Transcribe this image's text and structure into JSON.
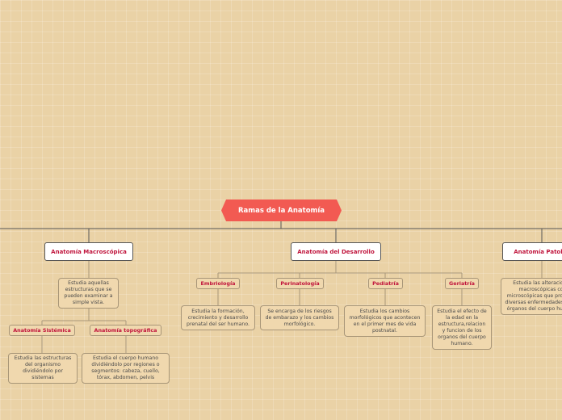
{
  "root": {
    "label": "Ramas de la Anatomía"
  },
  "branches": {
    "macro": {
      "label": "Anatomía Macroscópica",
      "description": "Estudia aquellas estructuras que se pueden examinar a simple vista.",
      "children": {
        "sistemica": {
          "label": "Anatomía Sistémica",
          "description": "Estudia las estructuras del organismo dividiéndolo por sistemas"
        },
        "topografica": {
          "label": "Anatomía topográfica",
          "description": "Estudia el cuerpo humano dividiéndolo por regiones o segmentos: cabeza, cuello, tórax, abdomen, pelvis"
        }
      }
    },
    "desarrollo": {
      "label": "Anatomía del Desarrollo",
      "children": {
        "embriologia": {
          "label": "Embriología",
          "description": "Estudia la formación, crecimiento y desarrollo prenatal del ser humano."
        },
        "perinatologia": {
          "label": "Perinatología",
          "description": "Se encarga de los riesgos de embarazo y los cambios morfológico."
        },
        "pediatria": {
          "label": "Pediatría",
          "description": "Estudia los cambios morfológicos que acontecen en el primer mes de vida postnatal."
        },
        "geriatria": {
          "label": "Geriatría",
          "description": "Estudia el efecto de la edad en la estructura,relacion y funcion de los organos del cuerpo humano."
        }
      }
    },
    "patologica": {
      "label": "Anatomía Patológica",
      "description": "Estudia las alteraciones macroscópicas con microscópicas que producen diversas enfermedades en los órganos del cuerpo humano."
    }
  },
  "colors": {
    "root_fill": "#f25a52",
    "label_text": "#c0143c",
    "background": "#ead2a6",
    "line": "#555555"
  }
}
